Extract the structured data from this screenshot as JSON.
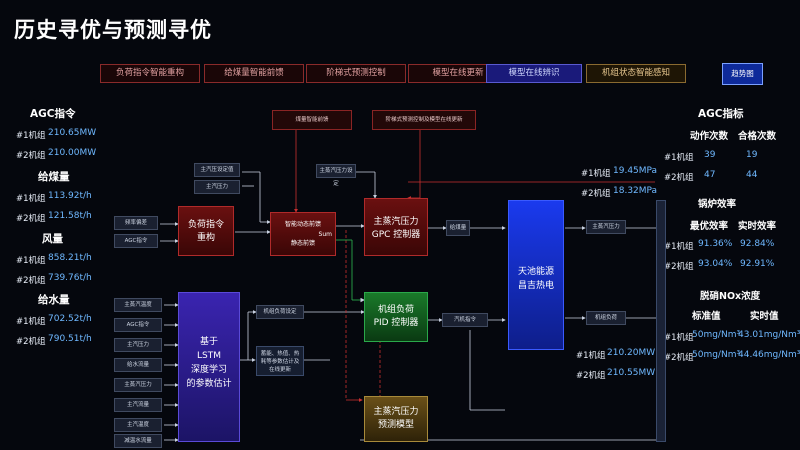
{
  "title": "历史寻优与预测寻优",
  "tabs": [
    {
      "label": "负荷指令智能重构",
      "style": "red"
    },
    {
      "label": "给煤量智能前馈",
      "style": "red"
    },
    {
      "label": "阶梯式预测控制",
      "style": "red"
    },
    {
      "label": "模型在线更新",
      "style": "red"
    },
    {
      "label": "模型在线辨识",
      "style": "blue"
    },
    {
      "label": "机组状态智能感知",
      "style": "gold"
    }
  ],
  "flow_button": "趋势图",
  "left_panel": {
    "agc": {
      "title": "AGC指令",
      "rows": [
        {
          "unit": "#1机组",
          "value": "210.65MW"
        },
        {
          "unit": "#2机组",
          "value": "210.00MW"
        }
      ]
    },
    "coal": {
      "title": "给煤量",
      "rows": [
        {
          "unit": "#1机组",
          "value": "113.92t/h"
        },
        {
          "unit": "#2机组",
          "value": "121.58t/h"
        }
      ]
    },
    "air": {
      "title": "风量",
      "rows": [
        {
          "unit": "#1机组",
          "value": "858.21t/h"
        },
        {
          "unit": "#2机组",
          "value": "739.76t/h"
        }
      ]
    },
    "water": {
      "title": "给水量",
      "rows": [
        {
          "unit": "#1机组",
          "value": "702.52t/h"
        },
        {
          "unit": "#2机组",
          "value": "790.51t/h"
        }
      ]
    }
  },
  "right_panel": {
    "agc_index": {
      "title": "AGC指标",
      "col1": "动作次数",
      "col2": "合格次数",
      "rows": [
        {
          "unit": "#1机组",
          "v1": "39",
          "v2": "19"
        },
        {
          "unit": "#2机组",
          "v1": "47",
          "v2": "44"
        }
      ]
    },
    "boiler": {
      "title": "锅炉效率",
      "col1": "最优效率",
      "col2": "实时效率",
      "rows": [
        {
          "unit": "#1机组",
          "v1": "91.36%",
          "v2": "92.84%"
        },
        {
          "unit": "#2机组",
          "v1": "93.04%",
          "v2": "92.91%"
        }
      ]
    },
    "nox": {
      "title": "脱硝NOx浓度",
      "col1": "标准值",
      "col2": "实时值",
      "rows": [
        {
          "unit": "#1机组",
          "v1": "50mg/Nm³",
          "v2": "43.01mg/Nm³"
        },
        {
          "unit": "#2机组",
          "v1": "50mg/Nm³",
          "v2": "44.46mg/Nm³"
        }
      ]
    }
  },
  "diagram": {
    "top_boxes": {
      "coal_ff": "煤量智能前馈",
      "stair": "阶梯式预测控制及模型在线更新"
    },
    "inputs_top": [
      "频率偏差",
      "AGC指令"
    ],
    "inputs_bottom": [
      "主蒸汽温度",
      "AGC指令",
      "主汽压力",
      "给水流量",
      "主蒸汽压力",
      "主汽流量",
      "主汽温度",
      "减温水流量"
    ],
    "mid_small": [
      "主汽压设定值",
      "主汽压力",
      "主蒸汽压力设定"
    ],
    "load_block": "负荷指令\n重构",
    "ff_block": {
      "a": "智能动态前馈",
      "b": "静态前馈",
      "sum": "Sum"
    },
    "gpc_block": "主蒸汽压力\nGPC 控制器",
    "pid_block": "机组负荷\nPID 控制器",
    "lstm_block": "基于\nLSTM\n深度学习\n的参数估计",
    "pred_block": "主蒸汽压力\n预测模型",
    "plant_block": "天池能源\n昌吉热电",
    "coal_box": "给煤量",
    "steam_box": "汽机指令",
    "load_set": "机组负荷设定",
    "params_box": "蓄能、热值、热耗等参数估计及在线更新",
    "mainpressure_out": "主蒸汽压力",
    "unitload_out": "机组负荷",
    "pressure_readings": [
      {
        "unit": "#1机组",
        "value": "19.45MPa"
      },
      {
        "unit": "#2机组",
        "value": "18.32MPa"
      }
    ],
    "load_readings": [
      {
        "unit": "#1机组",
        "value": "210.20MW"
      },
      {
        "unit": "#2机组",
        "value": "210.55MW"
      }
    ]
  },
  "colors": {
    "accent_blue": "#6fb8ff",
    "red": "#b02a2a",
    "green": "#2aa84a",
    "purple": "#3a2aa8",
    "blue": "#1a3acc",
    "gold": "#a88a3a"
  }
}
